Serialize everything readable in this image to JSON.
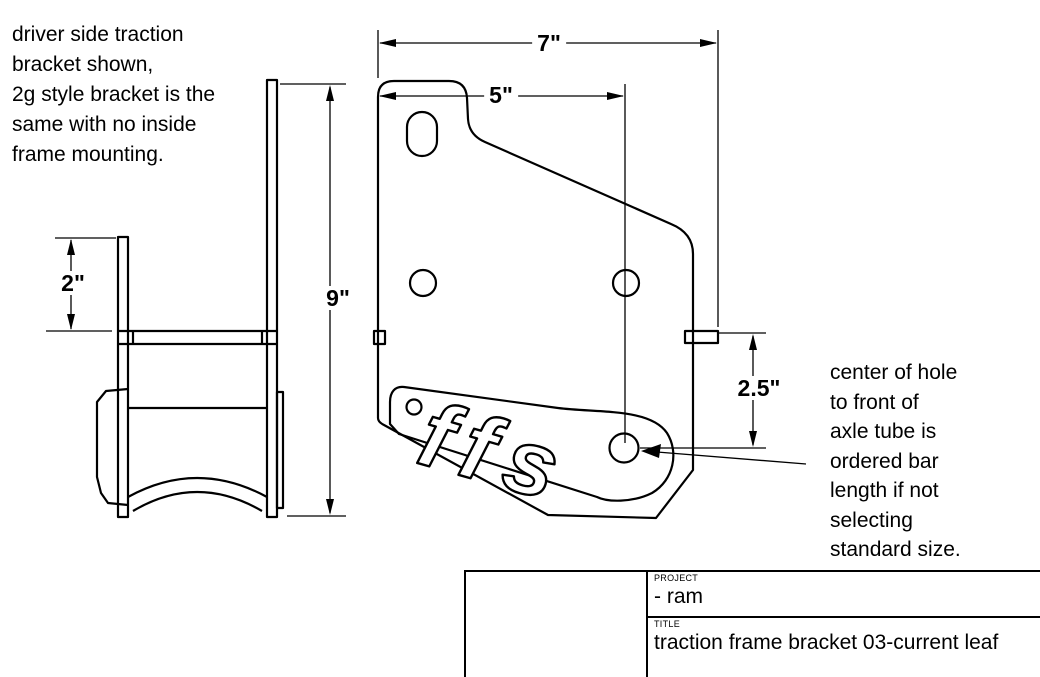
{
  "page": {
    "background": "#ffffff",
    "line_color": "#000000"
  },
  "notes": {
    "top_left": "driver side traction\nbracket shown,\n2g style bracket is the\nsame with no inside\nframe mounting.",
    "callout_right": "center of hole\nto front of\naxle tube is\nordered bar\nlength if not\nselecting\nstandard size."
  },
  "dimensions": {
    "front_overall_width": "7\"",
    "front_hole_span": "5\"",
    "side_plate_height": "9\"",
    "side_tab_drop": "2\"",
    "hole_to_tab_offset": "2.5\""
  },
  "logo": {
    "text": "ffs"
  },
  "title_block": {
    "project_label": "PROJECT",
    "project_value": "- ram",
    "title_label": "TITLE",
    "title_value": "traction frame bracket 03-current leaf"
  }
}
